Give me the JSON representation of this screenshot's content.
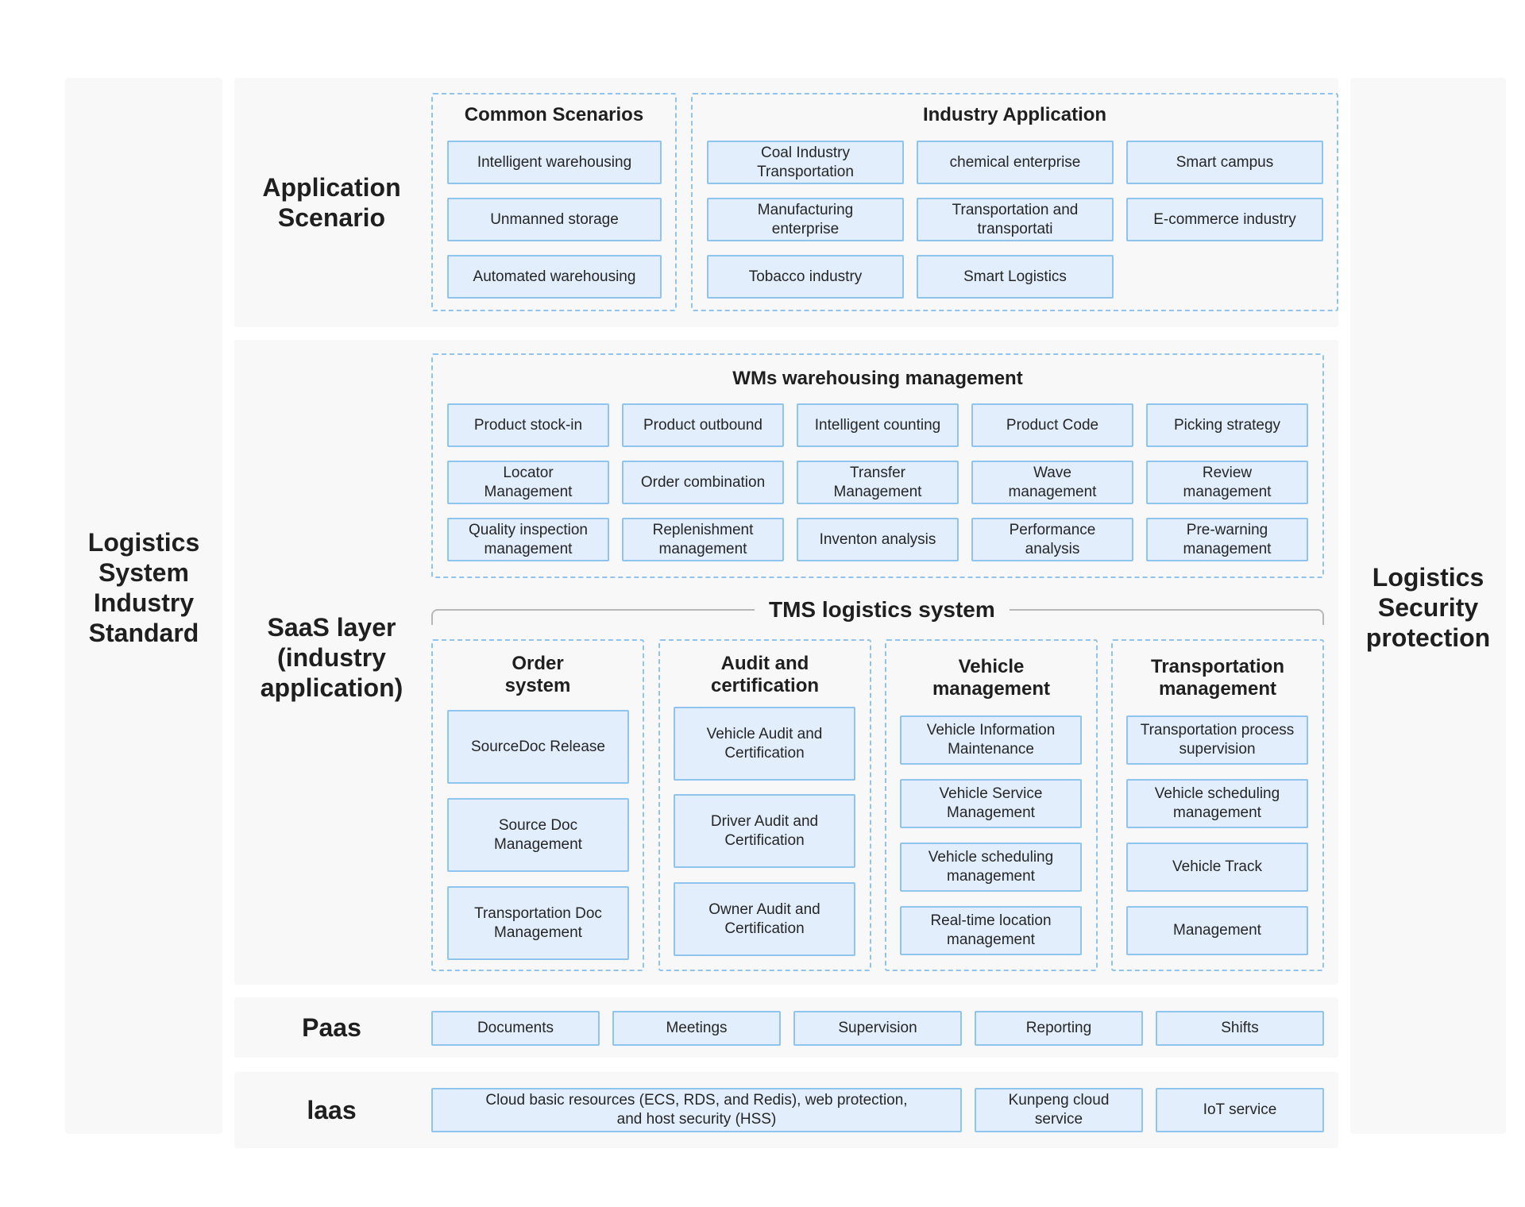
{
  "left_label": "Logistics\nSystem\nIndustry\nStandard",
  "right_label": "Logistics\nSecurity\nprotection",
  "application": {
    "label": "Application\nScenario",
    "common": {
      "title": "Common Scenarios",
      "items": [
        "Intelligent warehousing",
        "Unmanned storage",
        "Automated warehousing"
      ]
    },
    "industry": {
      "title": "Industry Application",
      "items": [
        "Coal Industry\nTransportation",
        "chemical enterprise",
        "Smart campus",
        "Manufacturing\nenterprise",
        "Transportation and\ntransportati",
        "E-commerce industry",
        "Tobacco industry",
        "Smart Logistics"
      ]
    }
  },
  "saas": {
    "label": "SaaS layer\n(industry\napplication)",
    "wms": {
      "title": "WMs warehousing management",
      "items": [
        "Product stock-in",
        "Product outbound",
        "Intelligent counting",
        "Product Code",
        "Picking strategy",
        "Locator\nManagement",
        "Order combination",
        "Transfer\nManagement",
        "Wave\nmanagement",
        "Review\nmanagement",
        "Quality inspection\nmanagement",
        "Replenishment\nmanagement",
        "Inventon analysis",
        "Performance\nanalysis",
        "Pre-warning\nmanagement"
      ]
    },
    "tms": {
      "title": "TMS logistics system",
      "order": {
        "title": "Order\nsystem",
        "items": [
          "SourceDoc Release",
          "Source Doc\nManagement",
          "Transportation Doc\nManagement"
        ]
      },
      "audit": {
        "title": "Audit and\ncertification",
        "items": [
          "Vehicle Audit and\nCertification",
          "Driver Audit and\nCertification",
          "Owner Audit and\nCertification"
        ]
      },
      "vehicle": {
        "title": "Vehicle\nmanagement",
        "items": [
          "Vehicle Information\nMaintenance",
          "Vehicle Service\nManagement",
          "Vehicle scheduling\nmanagement",
          "Real-time location\nmanagement"
        ]
      },
      "transport": {
        "title": "Transportation\nmanagement",
        "items": [
          "Transportation process\nsupervision",
          "Vehicle scheduling\nmanagement",
          "Vehicle Track",
          "Management"
        ]
      }
    }
  },
  "paas": {
    "label": "Paas",
    "items": [
      "Documents",
      "Meetings",
      "Supervision",
      "Reporting",
      "Shifts"
    ]
  },
  "iaas": {
    "label": "laas",
    "items": [
      "Cloud basic resources (ECS, RDS, and Redis), web protection,\nand host security (HSS)",
      "Kunpeng cloud\nservice",
      "IoT service"
    ]
  }
}
